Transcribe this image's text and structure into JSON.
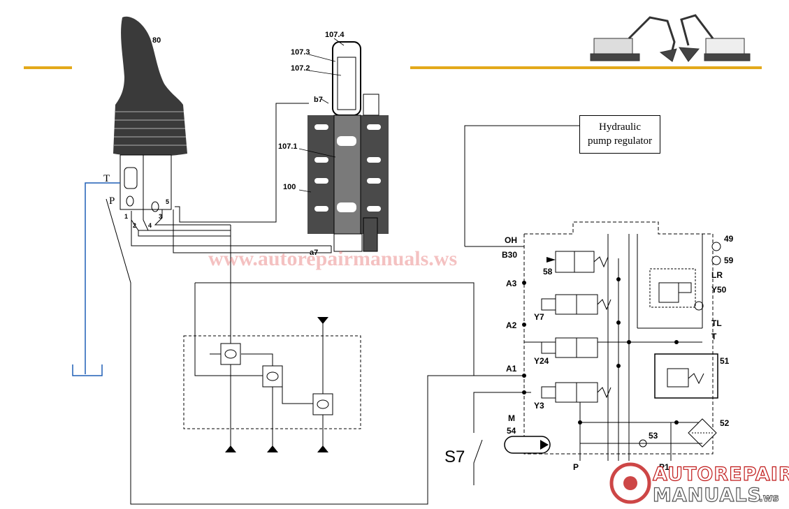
{
  "callout": {
    "line1": "Hydraulic",
    "line2": "pump regulator"
  },
  "servo_labels": {
    "joystick": "80",
    "spring_cap": "107.4",
    "spring_outer": "107.3",
    "spring_inner": "107.2",
    "port_b": "b7",
    "spool": "107.1",
    "valve_body": "100",
    "port_a": "a7"
  },
  "joystick_ports": {
    "T": "T",
    "P": "P",
    "p1": "1",
    "p2": "2",
    "p3": "3",
    "p4": "4",
    "p5": "5"
  },
  "block_labels": {
    "OH": "OH",
    "B30": "B30",
    "n58": "58",
    "A3": "A3",
    "Y7": "Y7",
    "A2": "A2",
    "Y24": "Y24",
    "A1": "A1",
    "Y3": "Y3",
    "M": "M",
    "n54": "54",
    "P": "P",
    "P1": "P1",
    "n53": "53",
    "n52": "52",
    "n51": "51",
    "T": "T",
    "TL": "TL",
    "Y50": "Y50",
    "LR": "LR",
    "n49": "49",
    "n59": "59"
  },
  "switch_label": "S7",
  "watermark": "www.autorepairmanuals.ws",
  "logo": {
    "line1": "AUTOREPAIR",
    "line2": "MANUALS",
    "suffix": ".ws"
  },
  "colors": {
    "accent_line": "#e3a91b",
    "tank_line": "#1f5fb5",
    "watermark": "#e05050",
    "logo_red": "#c01818"
  }
}
